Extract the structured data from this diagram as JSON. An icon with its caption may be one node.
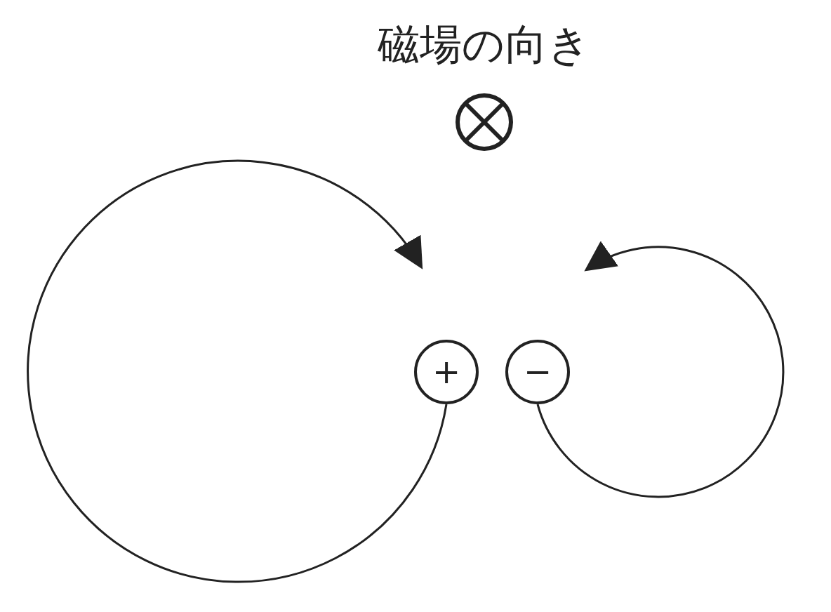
{
  "diagram": {
    "nodes": [
      {
        "text": [
          "+"
        ]
      },
      {
        "text": [
          "−"
        ]
      }
    ],
    "edges": [
      {
        "from": 0,
        "to": null,
        "arrow": "to"
      },
      {
        "from": 1,
        "to": null,
        "arrow": "to"
      }
    ],
    "labels": [
      "磁場の向き"
    ]
  }
}
